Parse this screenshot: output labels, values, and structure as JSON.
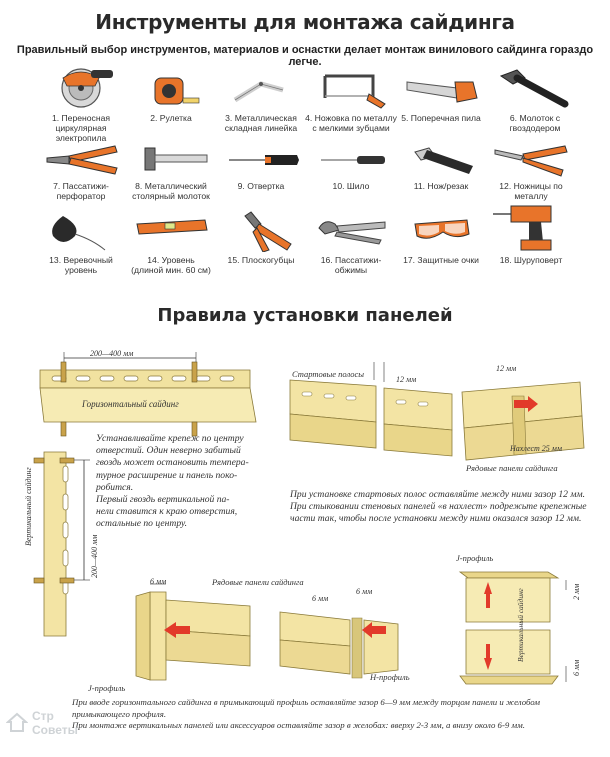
{
  "header": {
    "title": "Инструменты для монтажа сайдинга",
    "subtitle": "Правильный выбор инструментов, материалов и оснастки делает монтаж винилового сайдинга гораздо легче."
  },
  "tools": [
    {
      "label": "1. Переносная\nциркулярная электропила",
      "icon": "circular-saw-icon"
    },
    {
      "label": "2. Рулетка",
      "icon": "tape-measure-icon"
    },
    {
      "label": "3. Металлическая\nскладная линейка",
      "icon": "folding-ruler-icon"
    },
    {
      "label": "4. Ножовка по металлу\nс мелкими зубцами",
      "icon": "hacksaw-icon"
    },
    {
      "label": "5. Поперечная пила",
      "icon": "crosscut-saw-icon"
    },
    {
      "label": "6. Молоток с\nгвоздодером",
      "icon": "claw-hammer-icon"
    },
    {
      "label": "7. Пассатижи-\nперфоратор",
      "icon": "punch-pliers-icon"
    },
    {
      "label": "8. Металлический\nстолярный молоток",
      "icon": "joiner-hammer-icon"
    },
    {
      "label": "9. Отвертка",
      "icon": "screwdriver-icon"
    },
    {
      "label": "10. Шило",
      "icon": "awl-icon"
    },
    {
      "label": "11. Нож/резак",
      "icon": "utility-knife-icon"
    },
    {
      "label": "12. Ножницы по металлу",
      "icon": "metal-shears-icon"
    },
    {
      "label": "13. Веревочный\nуровень",
      "icon": "chalk-line-icon"
    },
    {
      "label": "14. Уровень\n(длиной мин. 60 см)",
      "icon": "spirit-level-icon"
    },
    {
      "label": "15. Плоскогубцы",
      "icon": "flat-pliers-icon"
    },
    {
      "label": "16. Пассатижи-\nобжимы",
      "icon": "locking-pliers-icon"
    },
    {
      "label": "17. Защитные очки",
      "icon": "safety-glasses-icon"
    },
    {
      "label": "18. Шуруповерт",
      "icon": "cordless-drill-icon"
    }
  ],
  "rules": {
    "title": "Правила установки панелей",
    "diagram1": {
      "dim_top": "200—400 мм",
      "panel_label": "Горизонтальный сайдинг",
      "vertical_label": "Вертикальный сайдинг",
      "dim_side": "200—400 мм",
      "note_lines": [
        "Устанавливайте крепеж по центру",
        "отверстий. Один неверно забитый",
        "гвоздь может остановить темпера-",
        "турное расширение и панель поко-",
        "робится.",
        "Первый гвоздь вертикальной па-",
        "нели ставится к краю отверстия,",
        "остальные по центру."
      ]
    },
    "diagram2": {
      "starter_label": "Стартовые полосы",
      "gap_12": "12 мм",
      "gap_12b": "12 мм",
      "overlap": "Нахлест 25 мм",
      "row_panels": "Рядовые панели сайдинга",
      "note_lines": [
        "При установке стартовых полос оставляйте между ними зазор 12 мм.",
        "При стыковании стеновых панелей «в нахлест» подрежьте крепежные",
        "части так, чтобы после установки между ними оказался зазор 12 мм."
      ]
    },
    "diagram3": {
      "gap_6a": "6 мм",
      "row_panels": "Рядовые панели сайдинга",
      "gap_6b": "6 мм",
      "gap_6c": "6 мм",
      "j_profile": "J-профиль",
      "h_profile": "H-профиль",
      "j_profile2": "J-профиль",
      "vertical_label": "Вертикальный сайдинг",
      "gap_2mm": "2 мм",
      "gap_6mm": "6 мм",
      "note_lines": [
        "При вводе горизонтального сайдинга в примыкающий профиль оставляйте зазор 6—9 мм между торцом панели и желобом",
        "примыкающего профиля.",
        "При монтаже вертикальных панелей или аксессуаров оставляйте зазор в желобах: вверху 2-3 мм, а внизу около 6-9 мм."
      ]
    }
  },
  "watermark": {
    "line1": "Стр",
    "line2": "Советы"
  },
  "colors": {
    "orange": "#e8742a",
    "siding": "#f3e7a8",
    "siding_dark": "#d8c67a",
    "arrow_red": "#e23a2a",
    "dark": "#2a2a2a"
  }
}
